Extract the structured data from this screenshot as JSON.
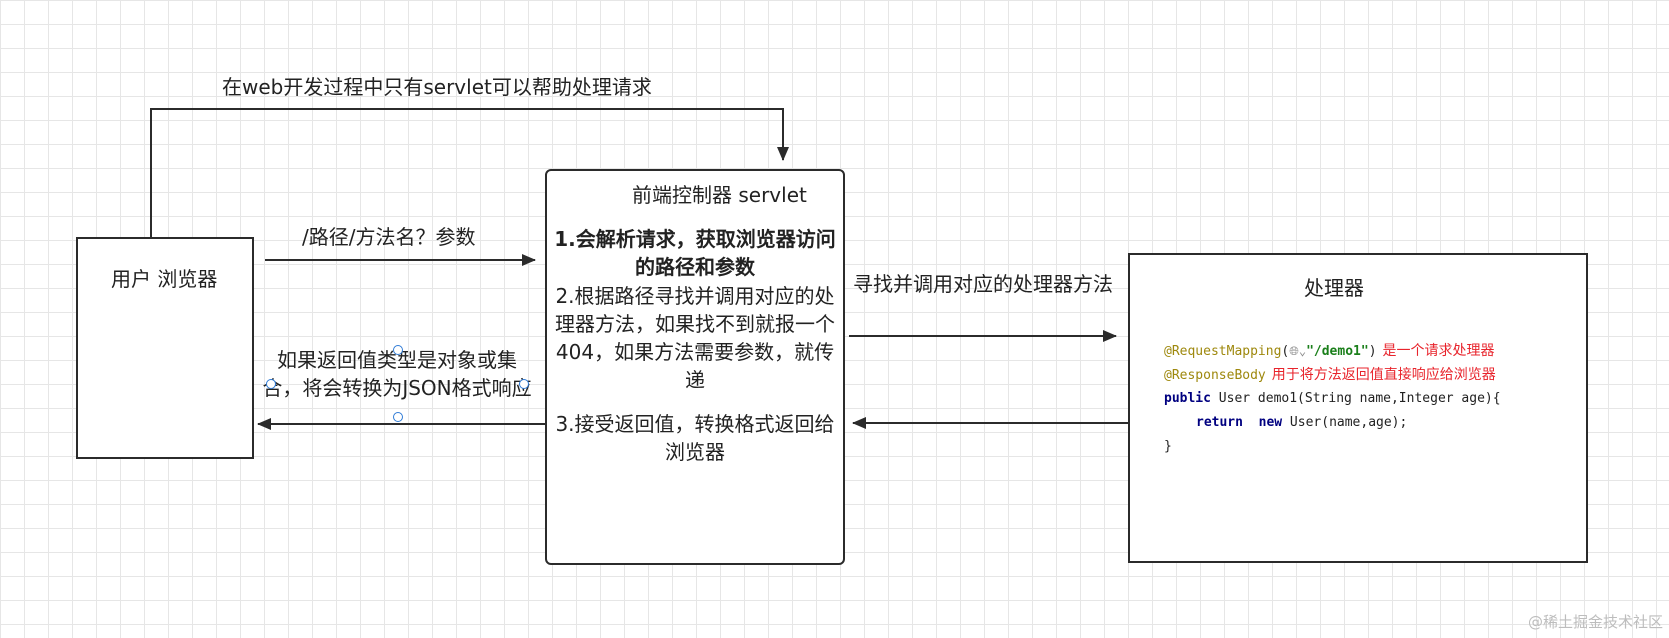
{
  "top_flow_label": "在web开发过程中只有servlet可以帮助处理请求",
  "user_box": {
    "label": "用户 浏览器"
  },
  "request_label": "/路径/方法名？参数",
  "response_label": "如果返回值类型是对象或集合，将会转换为JSON格式响应",
  "controller": {
    "title": "前端控制器 servlet",
    "step1": "1.会解析请求，获取浏览器访问的路径和参数",
    "step2": "2.根据路径寻找并调用对应的处理器方法，如果找不到就报一个404，如果方法需要参数，就传递",
    "step3": "3.接受返回值，转换格式返回给浏览器"
  },
  "handler_call_label": "寻找并调用对应的处理器方法",
  "handler": {
    "title": "处理器",
    "code": {
      "line1_annotation": "@RequestMapping",
      "line1_open": "(",
      "line1_icon": "globe-icon",
      "line1_string": "\"/demo1\"",
      "line1_close": ")",
      "line1_comment": "是一个请求处理器",
      "line2_annotation": "@ResponseBody",
      "line2_comment": "用于将方法返回值直接响应给浏览器",
      "line3_keyword": "public",
      "line3_rest": " User demo1(String name,Integer age){",
      "line4_keyword1": "return",
      "line4_keyword2": "new",
      "line4_rest": " User(name,age);",
      "line5": "}"
    }
  },
  "watermark": "@稀土掘金技术社区",
  "colors": {
    "line": "#2b2b2b",
    "grid": "#e6e6e6",
    "annotation": "#9e880d",
    "string": "#1a7f1a",
    "keyword": "#000080",
    "comment_red": "#e8242c",
    "handle_blue": "#2f7bd6"
  }
}
